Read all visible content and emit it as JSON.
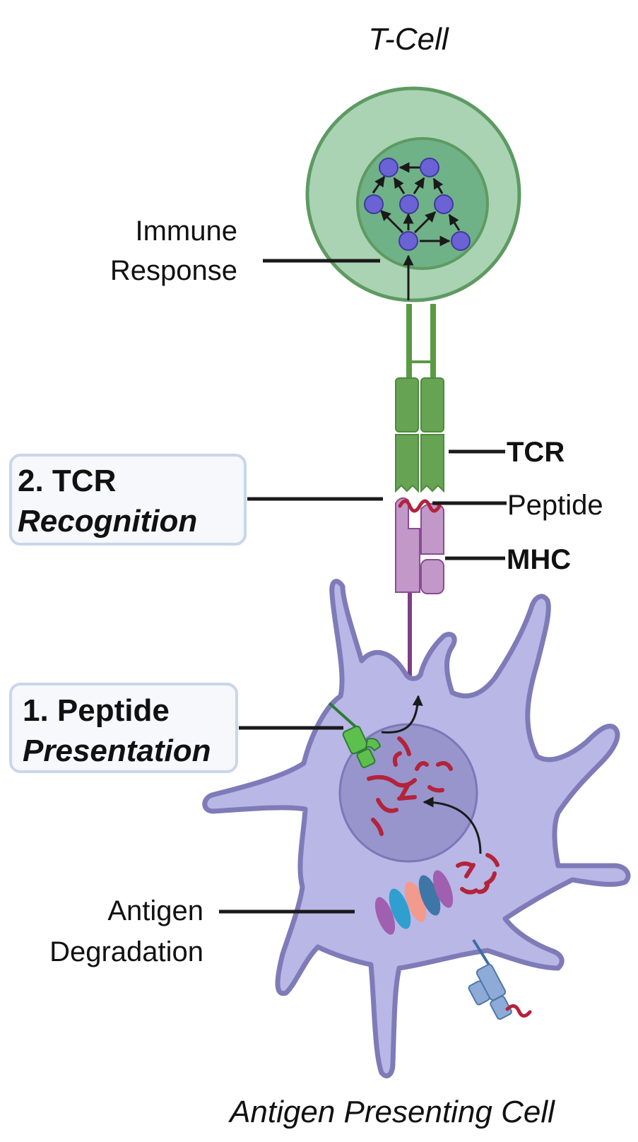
{
  "titles": {
    "t_cell": "T-Cell",
    "apc": "Antigen Presenting Cell"
  },
  "labels": {
    "immune_response_line1": "Immune",
    "immune_response_line2": "Response",
    "tcr": "TCR",
    "peptide": "Peptide",
    "mhc": "MHC",
    "antigen_degradation_line1": "Antigen",
    "antigen_degradation_line2": "Degradation"
  },
  "steps": [
    {
      "number_label": "2. TCR",
      "sub_label": "Recognition"
    },
    {
      "number_label": "1. Peptide",
      "sub_label": "Presentation"
    }
  ],
  "colors": {
    "t_cell_outer": "#a9d3b2",
    "t_cell_stroke": "#5e9a62",
    "t_cell_nucleus": "#70b287",
    "network_node": "#6b62d6",
    "tcr_green": "#66a352",
    "mhc_purple": "#c198c8",
    "apc_body": "#b8b7e6",
    "apc_stroke": "#7f7bb8",
    "apc_nucleus": "#9894cc",
    "peptide_red": "#b3233a",
    "receptor_blue": "#8eaad6",
    "step_box_bg": "#f6f8fc",
    "step_box_border": "#c9d6ea"
  }
}
